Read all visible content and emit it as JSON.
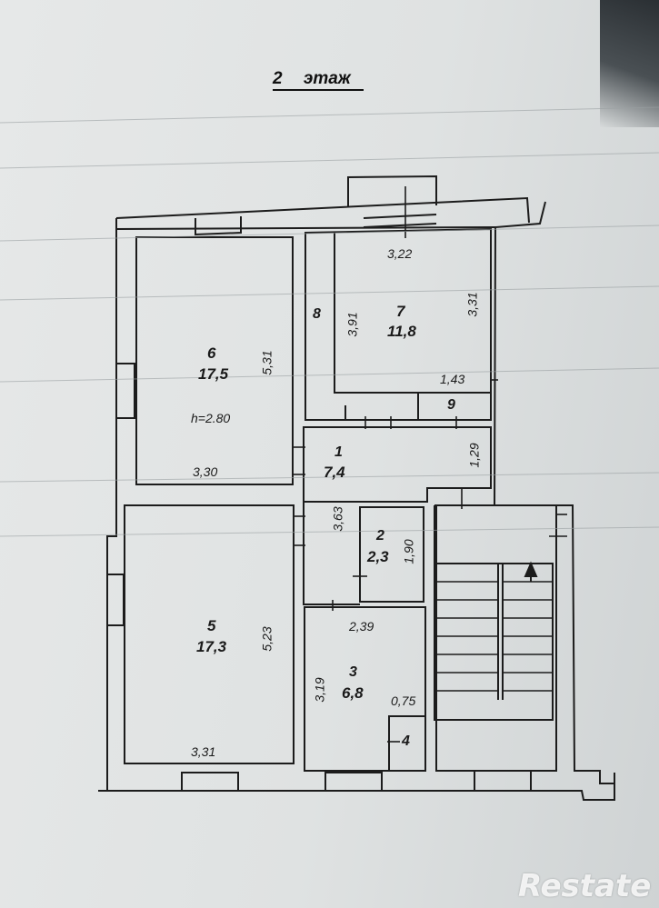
{
  "title": "2 этаж",
  "rooms": [
    {
      "num": "6",
      "area": "17,5"
    },
    {
      "num": "7",
      "area": "11,8"
    },
    {
      "num": "8",
      "area": ""
    },
    {
      "num": "9",
      "area": ""
    },
    {
      "num": "1",
      "area": "7,4"
    },
    {
      "num": "2",
      "area": "2,3"
    },
    {
      "num": "5",
      "area": "17,3"
    },
    {
      "num": "3",
      "area": "6,8"
    },
    {
      "num": "4",
      "area": ""
    }
  ],
  "dimensions": {
    "d_3_22": "3,22",
    "d_3_31_top": "3,31",
    "d_3_91": "3,91",
    "d_5_31": "5,31",
    "d_1_43": "1,43",
    "d_1_29": "1,29",
    "d_3_30": "3,30",
    "d_3_63": "3,63",
    "d_1_90": "1,90",
    "d_2_39": "2,39",
    "d_5_23": "5,23",
    "d_3_19": "3,19",
    "d_0_75": "0,75",
    "d_3_31_bottom": "3,31"
  },
  "ceiling_height": "h=2.80",
  "watermark": "Restate"
}
